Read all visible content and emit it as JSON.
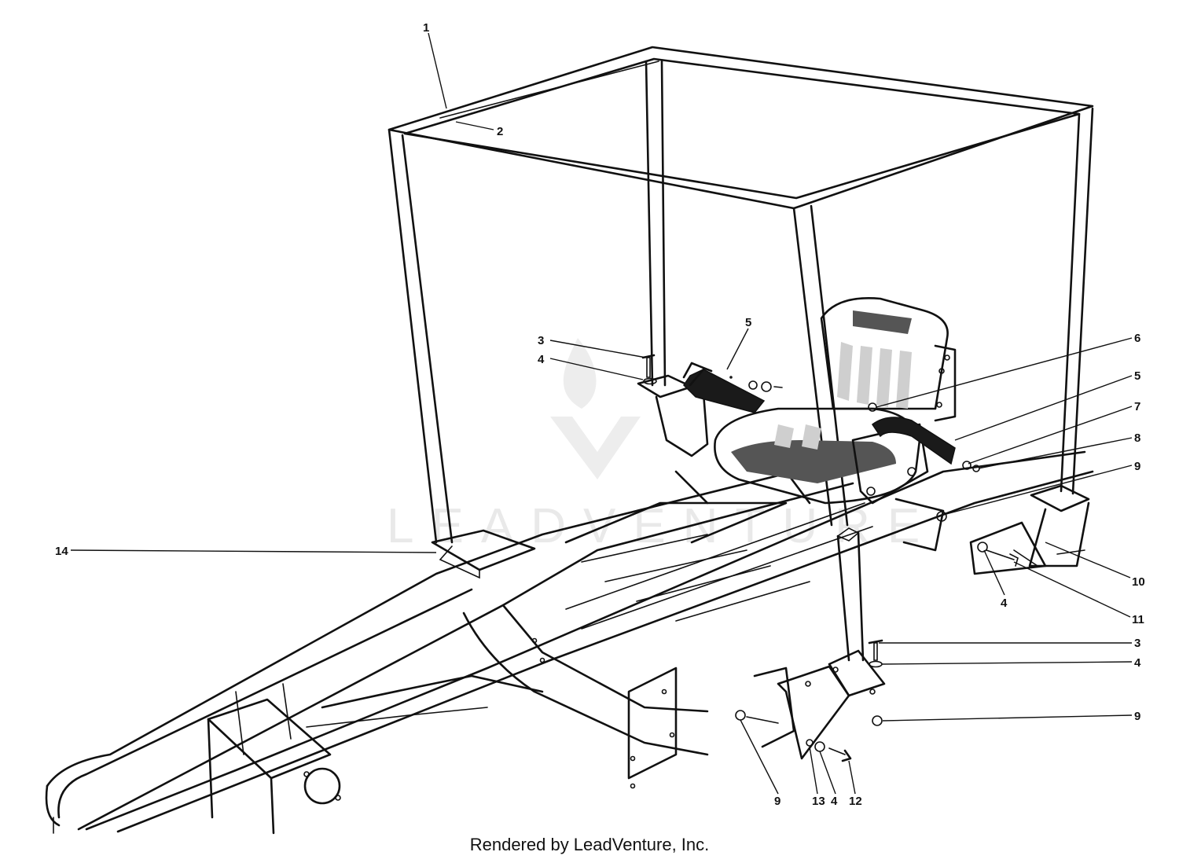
{
  "watermark": {
    "text": "LEADVENTURE"
  },
  "credit": "Rendered by LeadVenture, Inc.",
  "callouts": [
    {
      "label": "1"
    },
    {
      "label": "2"
    },
    {
      "label": "3"
    },
    {
      "label": "4"
    },
    {
      "label": "5"
    },
    {
      "label": "6"
    },
    {
      "label": "5"
    },
    {
      "label": "7"
    },
    {
      "label": "8"
    },
    {
      "label": "9"
    },
    {
      "label": "10"
    },
    {
      "label": "11"
    },
    {
      "label": "4"
    },
    {
      "label": "14"
    },
    {
      "label": "3"
    },
    {
      "label": "4"
    },
    {
      "label": "9"
    },
    {
      "label": "9"
    },
    {
      "label": "13"
    },
    {
      "label": "4"
    },
    {
      "label": "12"
    }
  ]
}
